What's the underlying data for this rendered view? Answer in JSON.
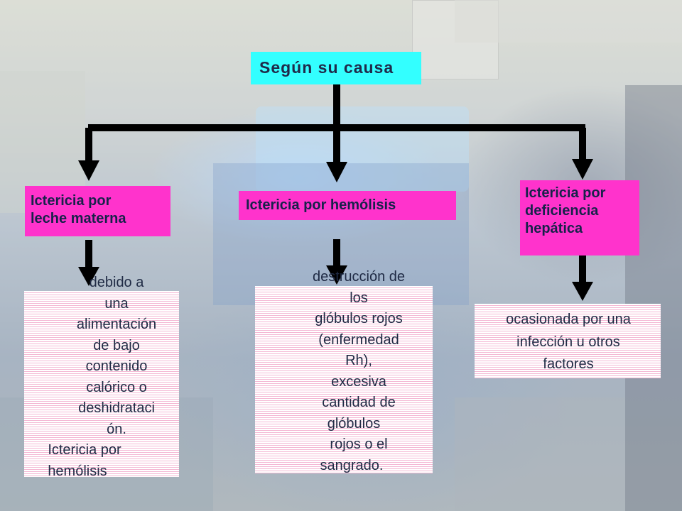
{
  "title": "Según su causa",
  "categories": [
    {
      "id": "left",
      "label_lines": [
        "Ictericia por",
        "leche materna"
      ]
    },
    {
      "id": "mid",
      "label_lines": [
        "Ictericia por hemólisis"
      ]
    },
    {
      "id": "right",
      "label_lines": [
        "Ictericia por",
        "deficiencia",
        "hepática"
      ]
    }
  ],
  "descriptions": [
    {
      "id": "left",
      "lines": [
        "debido a",
        "una",
        "alimentación",
        "de bajo",
        "contenido",
        "calórico o",
        "deshidrataci",
        "ón.",
        "Ictericia por",
        "hemólisis"
      ]
    },
    {
      "id": "mid",
      "lines": [
        "destrucción de",
        "los",
        "glóbulos rojos",
        "(enfermedad",
        "Rh),",
        "excesiva",
        "cantidad de",
        "glóbulos",
        "rojos o el",
        "sangrado."
      ]
    },
    {
      "id": "right",
      "lines": [
        "ocasionada por una",
        "infección u otros",
        "factores"
      ]
    }
  ],
  "colors": {
    "title_bg": "#33ffff",
    "category_bg": "#ff33cc",
    "connector": "#000000",
    "text": "#1f2a44"
  }
}
